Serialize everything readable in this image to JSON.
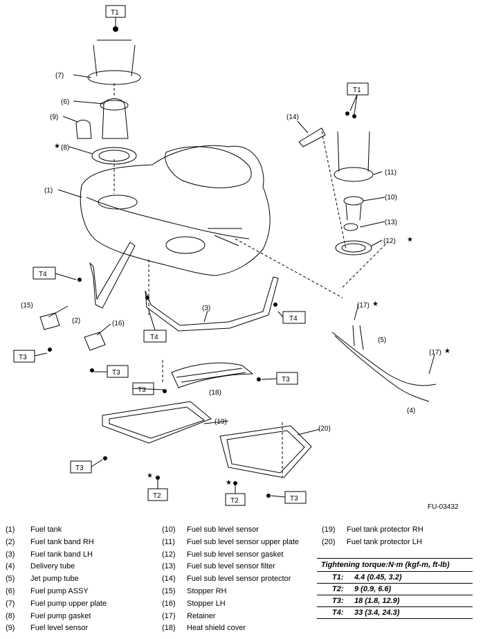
{
  "figure_id": "FU-03432",
  "callouts": {
    "c1": "(1)",
    "c2": "(2)",
    "c3": "(3)",
    "c4": "(4)",
    "c5": "(5)",
    "c6": "(6)",
    "c7": "(7)",
    "c8": "(8)",
    "c9": "(9)",
    "c10": "(10)",
    "c11": "(11)",
    "c12": "(12)",
    "c13": "(13)",
    "c14": "(14)",
    "c15": "(15)",
    "c16": "(16)",
    "c17": "(17)",
    "c18": "(18)",
    "c19": "(19)",
    "c20": "(20)"
  },
  "torque_labels": {
    "t1": "T1",
    "t2": "T2",
    "t3": "T3",
    "t4": "T4"
  },
  "star": "★",
  "legend": [
    {
      "num": "(1)",
      "label": "Fuel tank"
    },
    {
      "num": "(2)",
      "label": "Fuel tank band RH"
    },
    {
      "num": "(3)",
      "label": "Fuel tank band LH"
    },
    {
      "num": "(4)",
      "label": "Delivery tube"
    },
    {
      "num": "(5)",
      "label": "Jet pump tube"
    },
    {
      "num": "(6)",
      "label": "Fuel pump ASSY"
    },
    {
      "num": "(7)",
      "label": "Fuel pump upper plate"
    },
    {
      "num": "(8)",
      "label": "Fuel pump gasket"
    },
    {
      "num": "(9)",
      "label": "Fuel level sensor"
    },
    {
      "num": "(10)",
      "label": "Fuel sub level sensor"
    },
    {
      "num": "(11)",
      "label": "Fuel sub level sensor upper plate"
    },
    {
      "num": "(12)",
      "label": "Fuel sub level sensor gasket"
    },
    {
      "num": "(13)",
      "label": "Fuel sub level sensor filter"
    },
    {
      "num": "(14)",
      "label": "Fuel sub level sensor protector"
    },
    {
      "num": "(15)",
      "label": "Stopper RH"
    },
    {
      "num": "(16)",
      "label": "Stopper LH"
    },
    {
      "num": "(17)",
      "label": "Retainer"
    },
    {
      "num": "(18)",
      "label": "Heat shield cover"
    },
    {
      "num": "(19)",
      "label": "Fuel tank protector RH"
    },
    {
      "num": "(20)",
      "label": "Fuel tank protector LH"
    }
  ],
  "torque": {
    "title": "Tightening torque:N·m (kgf-m, ft-lb)",
    "rows": [
      {
        "key": "T1:",
        "value": "4.4 (0.45, 3.2)"
      },
      {
        "key": "T2:",
        "value": "9 (0.9, 6.6)"
      },
      {
        "key": "T3:",
        "value": "18 (1.8, 12.9)"
      },
      {
        "key": "T4:",
        "value": "33 (3.4, 24.3)"
      }
    ]
  }
}
